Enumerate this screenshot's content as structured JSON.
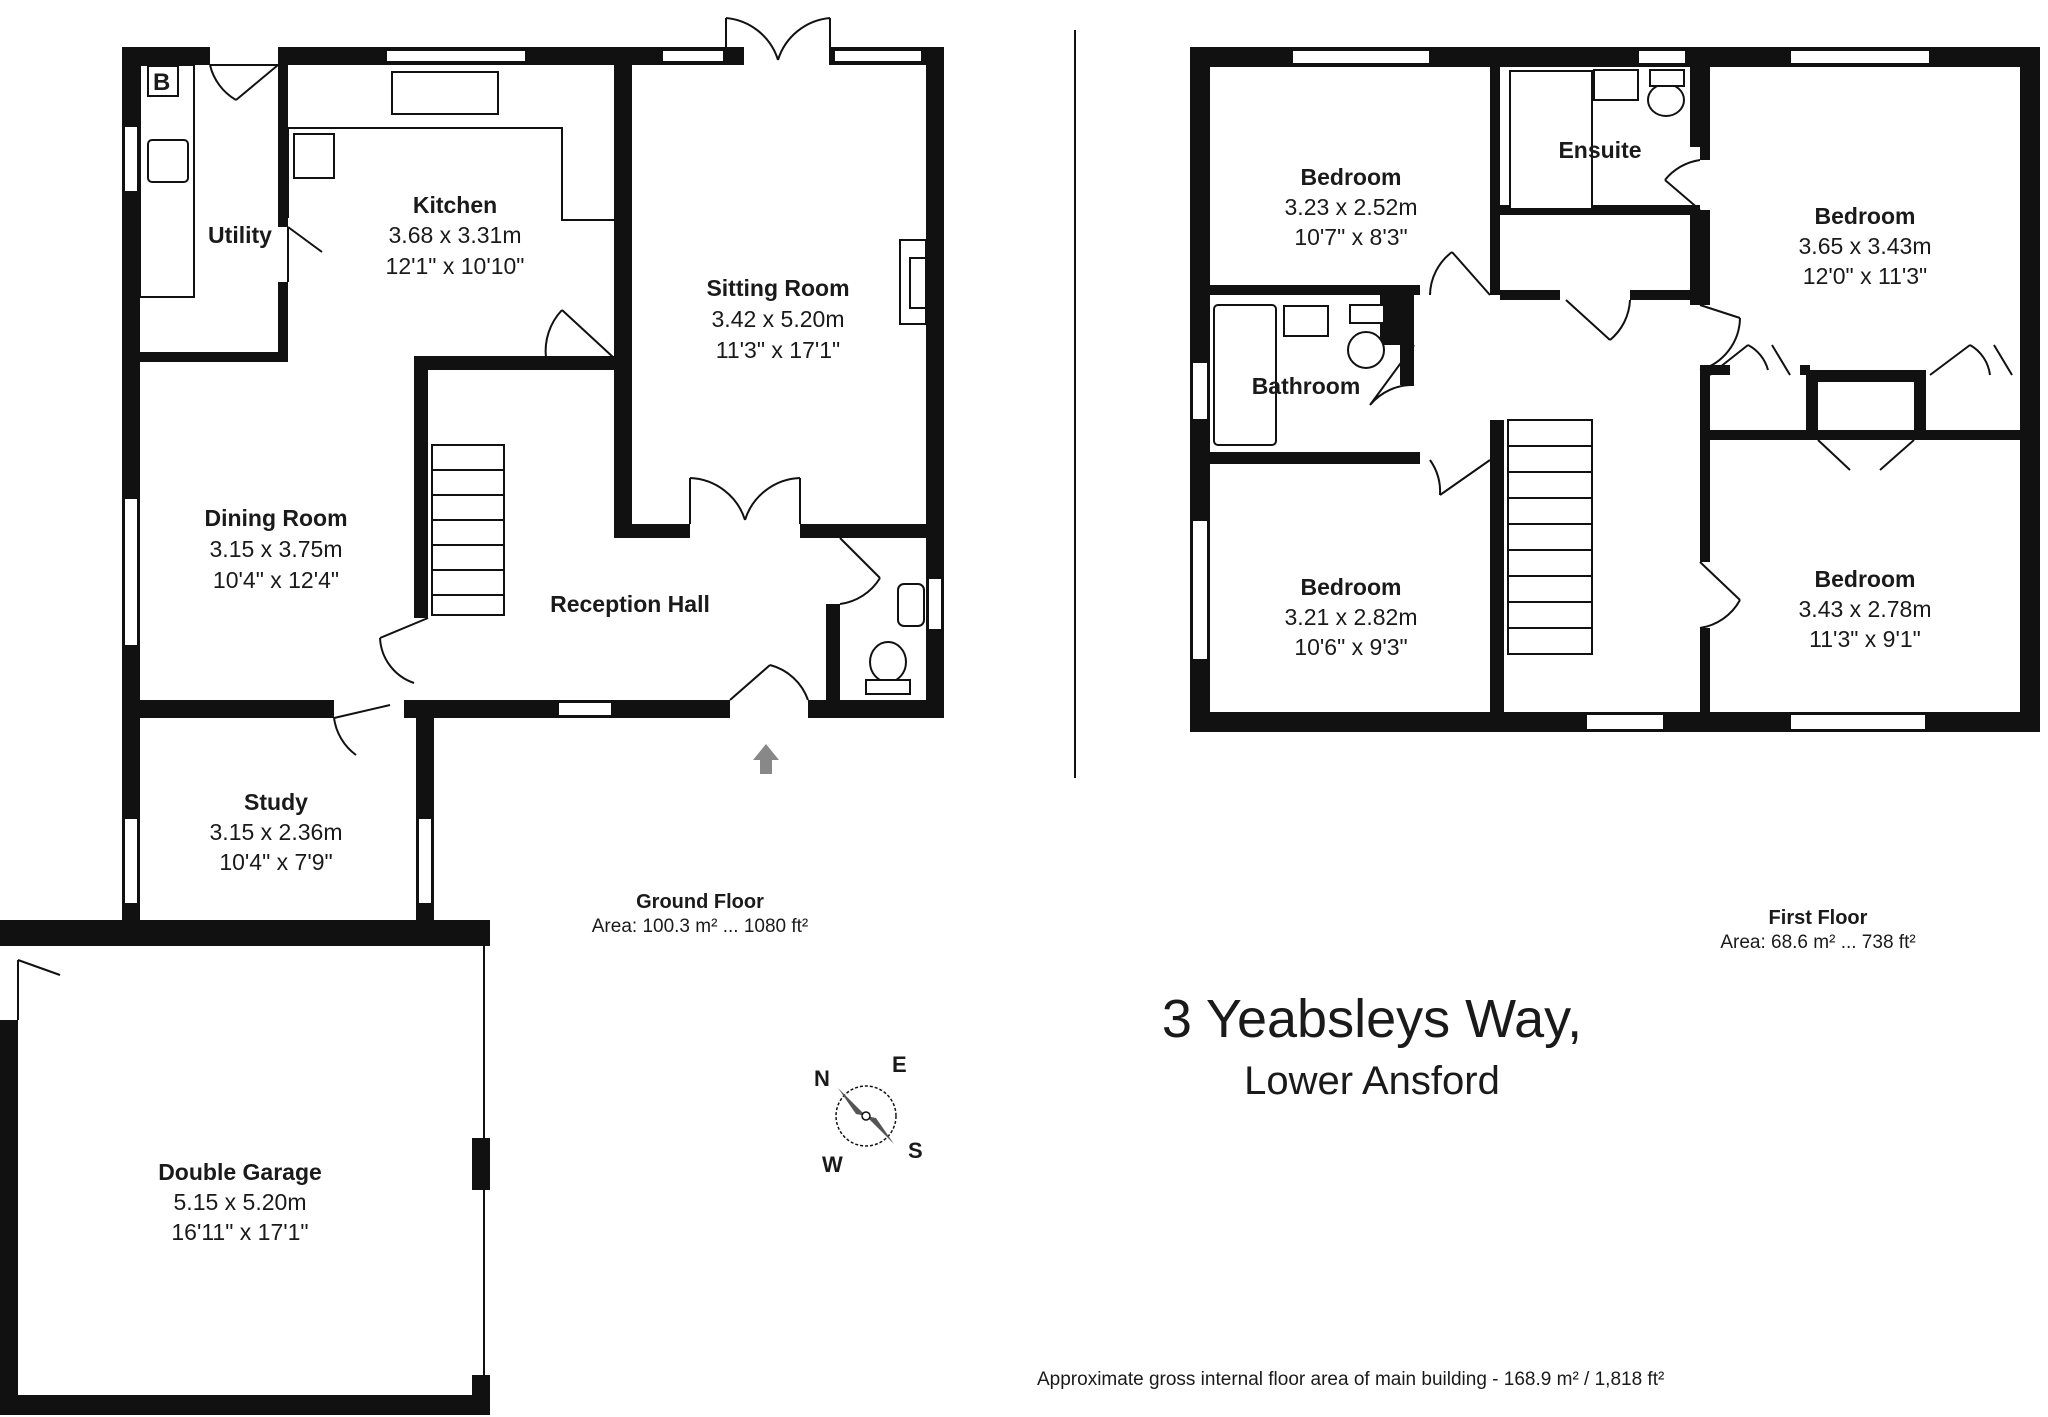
{
  "address": {
    "line1": "3 Yeabsleys Way,",
    "line2": "Lower Ansford"
  },
  "ground_floor": {
    "label": "Ground Floor",
    "area": "Area: 100.3 m² ... 1080 ft²",
    "rooms": {
      "utility": {
        "name": "Utility"
      },
      "kitchen": {
        "name": "Kitchen",
        "metric": "3.68 x 3.31m",
        "imperial": "12'1\" x 10'10\""
      },
      "sitting": {
        "name": "Sitting Room",
        "metric": "3.42 x 5.20m",
        "imperial": "11'3\" x 17'1\""
      },
      "dining": {
        "name": "Dining Room",
        "metric": "3.15 x 3.75m",
        "imperial": "10'4\" x 12'4\""
      },
      "reception": {
        "name": "Reception Hall"
      },
      "study": {
        "name": "Study",
        "metric": "3.15 x 2.36m",
        "imperial": "10'4\" x 7'9\""
      },
      "garage": {
        "name": "Double Garage",
        "metric": "5.15 x 5.20m",
        "imperial": "16'11\" x 17'1\""
      }
    },
    "boiler_label": "B"
  },
  "first_floor": {
    "label": "First Floor",
    "area": "Area: 68.6 m² ... 738 ft²",
    "rooms": {
      "bed_nw": {
        "name": "Bedroom",
        "metric": "3.23 x 2.52m",
        "imperial": "10'7\" x 8'3\""
      },
      "ensuite": {
        "name": "Ensuite"
      },
      "bed_ne": {
        "name": "Bedroom",
        "metric": "3.65 x 3.43m",
        "imperial": "12'0\" x 11'3\""
      },
      "bathroom": {
        "name": "Bathroom"
      },
      "bed_sw": {
        "name": "Bedroom",
        "metric": "3.21 x 2.82m",
        "imperial": "10'6\" x 9'3\""
      },
      "bed_se": {
        "name": "Bedroom",
        "metric": "3.43 x 2.78m",
        "imperial": "11'3\" x 9'1\""
      }
    }
  },
  "compass": {
    "n": "N",
    "e": "E",
    "s": "S",
    "w": "W",
    "icon": "compass-rose-icon"
  },
  "entrance_icon": "entrance-arrow-icon",
  "total_area": "Approximate gross internal floor area of main building  -  168.9 m² /  1,818 ft²"
}
